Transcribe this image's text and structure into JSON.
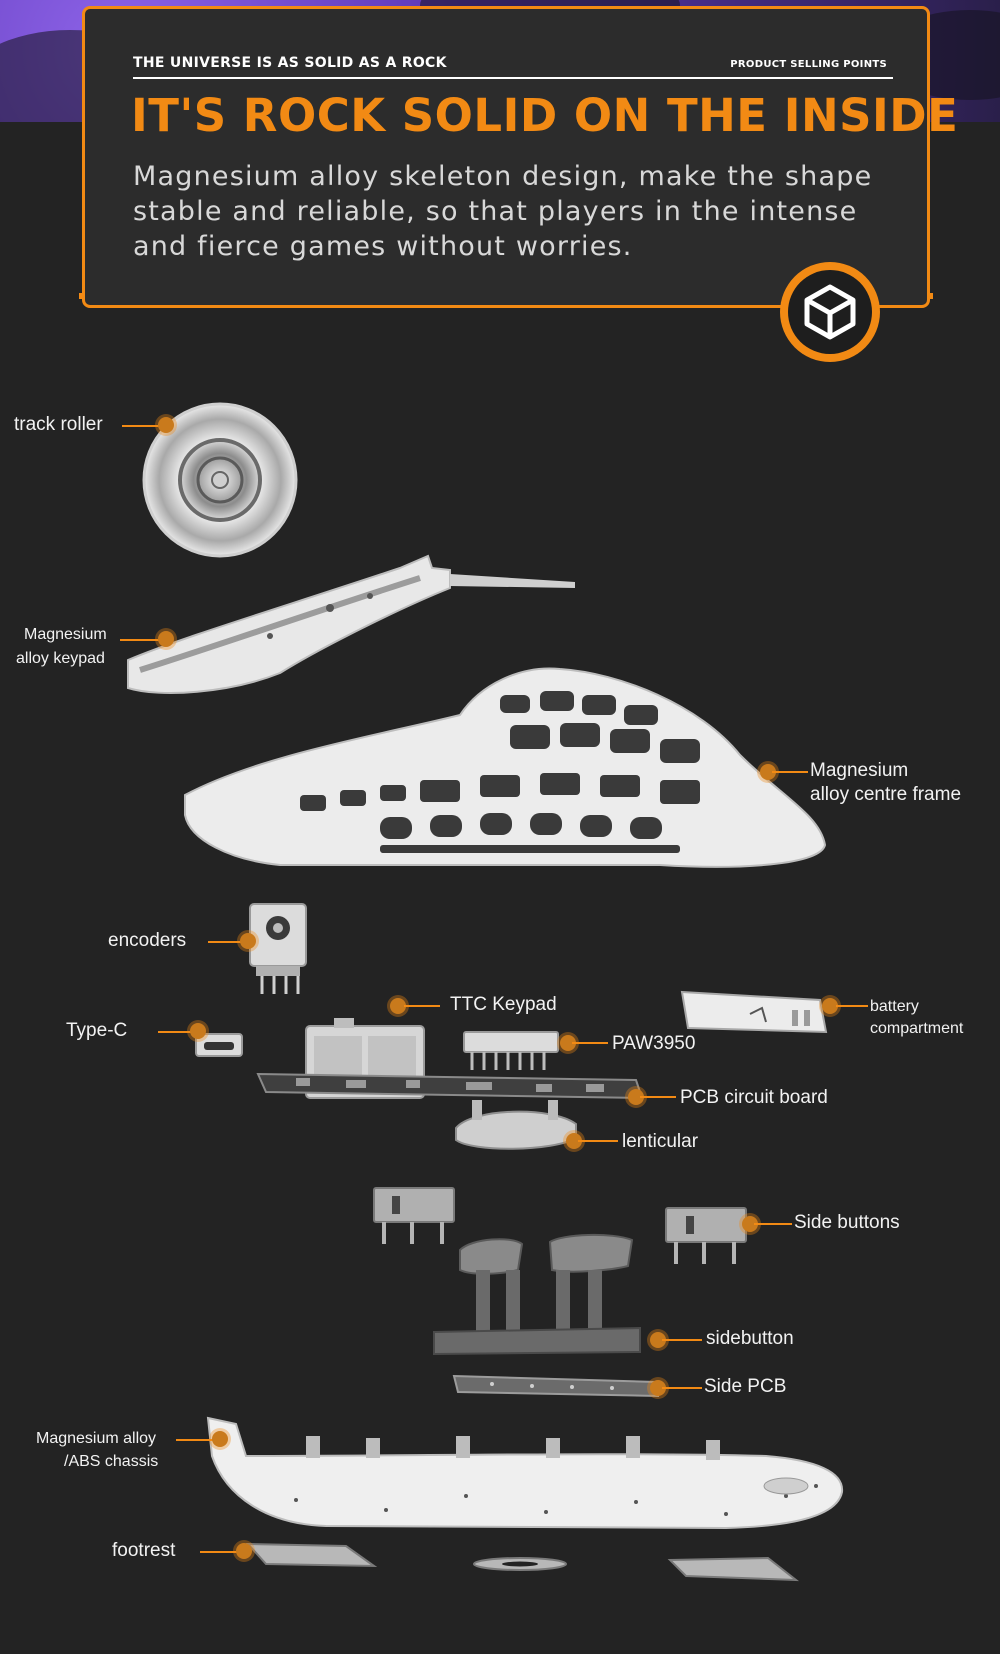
{
  "header": {
    "kicker": "THE UNIVERSE IS AS SOLID AS A ROCK",
    "kicker_right": "PRODUCT SELLING POINTS",
    "headline": "IT'S ROCK SOLID ON THE INSIDE",
    "body": "Magnesium alloy skeleton design, make the shape stable and reliable, so that players in the intense and fierce games without worries.",
    "badge_icon": "cube-icon"
  },
  "colors": {
    "accent": "#f28a14",
    "background": "#232323",
    "panel": "#2c2c2c",
    "text": "#f2f2f2"
  },
  "parts": {
    "track_roller": "track roller",
    "keypad_1": "Magnesium",
    "keypad_2": "alloy keypad",
    "frame_1": "Magnesium",
    "frame_2": "alloy centre frame",
    "encoders": "encoders",
    "ttc_keypad": "TTC Keypad",
    "battery_1": "battery",
    "battery_2": "compartment",
    "type_c": "Type-C",
    "sensor": "PAW3950",
    "pcb": "PCB circuit board",
    "lenticular": "lenticular",
    "side_buttons": "Side buttons",
    "sidebutton": "sidebutton",
    "side_pcb": "Side PCB",
    "chassis_1": "Magnesium alloy",
    "chassis_2": "/ABS chassis",
    "footrest": "footrest"
  }
}
